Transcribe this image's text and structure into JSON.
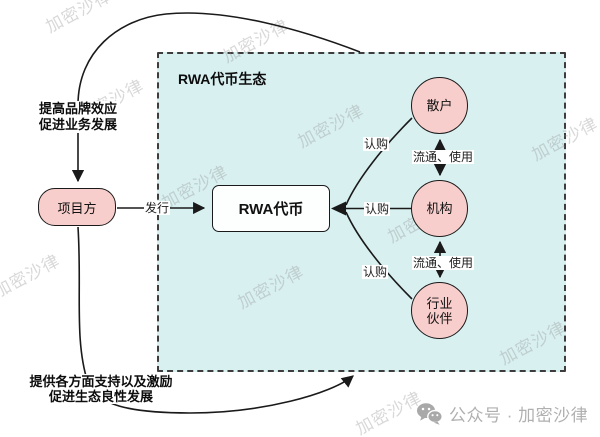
{
  "title": "RWA代币生态",
  "nodes": {
    "project": "项目方",
    "token": "RWA代币",
    "retail": "散户",
    "institution": "机构",
    "partner_line1": "行业",
    "partner_line2": "伙伴"
  },
  "edges": {
    "issue": "发行",
    "subscribe": "认购",
    "circulate": "流通、使用"
  },
  "annotations": {
    "benefit_line1": "提高品牌效应",
    "benefit_line2": "促进业务发展",
    "support_line1": "提供各方面支持以及激励",
    "support_line2": "促进生态良性发展"
  },
  "watermark": "加密沙律",
  "branding": "公众号 · 加密沙律",
  "colors": {
    "node_fill": "#f8cecc",
    "node_border": "#1a1a1a",
    "token_fill": "#fdfefe",
    "ecosystem_fill": "#d9f0f1",
    "ecosystem_border": "#3d3d3d",
    "edge_line": "#1a1a1a",
    "watermark_gray": "#8c8c8c",
    "branding_gray": "#b0b0b0"
  }
}
